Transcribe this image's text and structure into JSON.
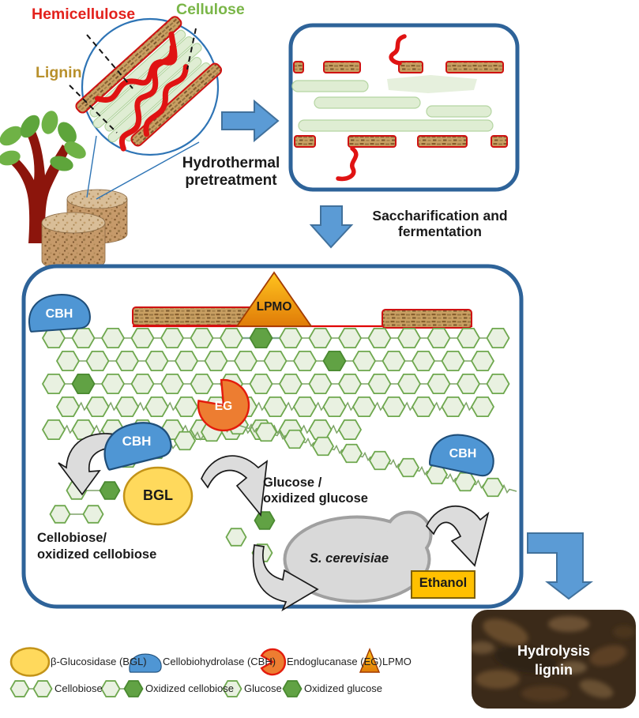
{
  "colors": {
    "arrow_blue": "#5B9BD5",
    "arrow_blue_edge": "#41719C",
    "box_border": "#2E6399",
    "cbh_blue": "#4F96D4",
    "lpmo_orange": "#F0A202",
    "eg_orange": "#ED7D31",
    "eg_edge": "#E31B0C",
    "bgl_yellow": "#FFD95C",
    "ethanol_yellow": "#FFC000",
    "hex_light_fill": "#E9F1E1",
    "hex_light_stroke": "#6FA84F",
    "hex_dark_fill": "#61A244",
    "hex_dark_stroke": "#4A8A31",
    "hemicellulose_red": "#E3211C",
    "cellulose_green": "#7AB648",
    "lignin_gold": "#B8902C",
    "yeast_gray": "#D9D9D9"
  },
  "feedstock": {
    "hemicellulose": "Hemicellulose",
    "cellulose": "Cellulose",
    "lignin": "Lignin"
  },
  "steps": {
    "hydrothermal": [
      "Hydrothermal",
      "pretreatment"
    ],
    "saccharification": [
      "Saccharification and",
      "fermentation"
    ]
  },
  "enzymes": {
    "cbh": "CBH",
    "lpmo": "LPMO",
    "eg": "EG",
    "bgl": "BGL"
  },
  "products": {
    "cellobiose": [
      "Cellobiose/",
      "oxidized cellobiose"
    ],
    "glucose": [
      "Glucose /",
      "oxidized glucose"
    ],
    "yeast": "S. cerevisiae",
    "ethanol": "Ethanol",
    "hydrolysis_lignin": [
      "Hydrolysis",
      "lignin"
    ]
  },
  "legend": {
    "enzymes": [
      {
        "icon": "bgl-ellipse",
        "label": "β-Glucosidase (BGL)"
      },
      {
        "icon": "cbh-blob",
        "label": "Cellobiohydrolase (CBH)"
      },
      {
        "icon": "eg-pacman",
        "label": "Endoglucanase (EG)"
      },
      {
        "icon": "lpmo-triangle",
        "label": "LPMO"
      }
    ],
    "sugars": [
      {
        "icon": "two-light-hexagons",
        "label": "Cellobiose"
      },
      {
        "icon": "light-dark-hexagons",
        "label": "Oxidized cellobiose"
      },
      {
        "icon": "light-hexagon",
        "label": "Glucose"
      },
      {
        "icon": "dark-hexagon",
        "label": "Oxidized glucose"
      }
    ]
  }
}
